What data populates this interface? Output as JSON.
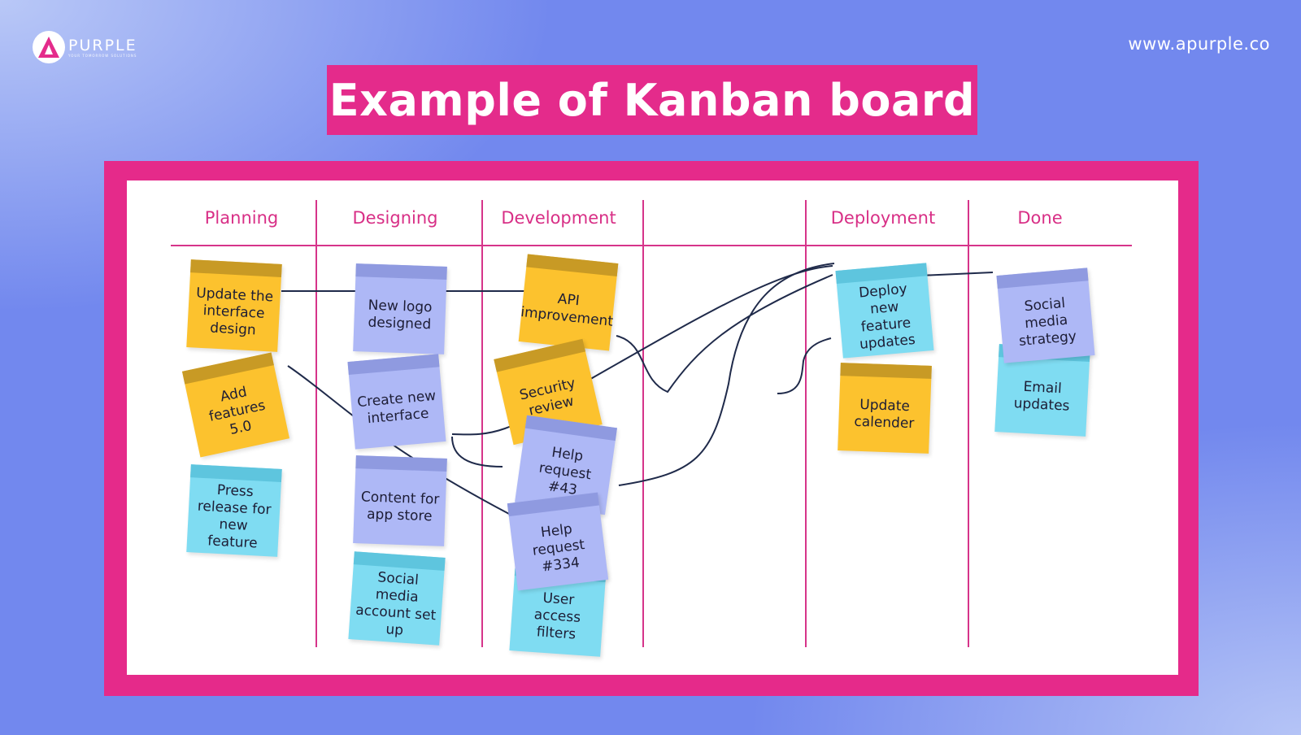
{
  "brand": {
    "name": "PURPLE",
    "tagline": "YOUR TOMORROW SOLUTIONS",
    "site": "www.apurple.co"
  },
  "title": "Example of Kanban board",
  "columns": [
    "Planning",
    "Designing",
    "Development",
    "",
    "Deployment",
    "Done"
  ],
  "cards": {
    "planning": [
      "Update the interface design",
      "Add features 5.0",
      "Press release for new feature"
    ],
    "designing": [
      "New logo designed",
      "Create new interface",
      "Content for app store",
      "Social media account set up"
    ],
    "development": [
      "API improvement",
      "Security review",
      "Help request #43",
      "Help request #334",
      "User access filters"
    ],
    "deployment": [
      "Deploy new feature updates",
      "Update calender"
    ],
    "done": [
      "Social media strategy",
      "Email updates"
    ]
  },
  "colors": {
    "accent": "#e42b8b",
    "background": "#7288ee",
    "yellow_note": "#fcc22e",
    "lavender_note": "#aeb8f6",
    "cyan_note": "#7fdcf2"
  }
}
